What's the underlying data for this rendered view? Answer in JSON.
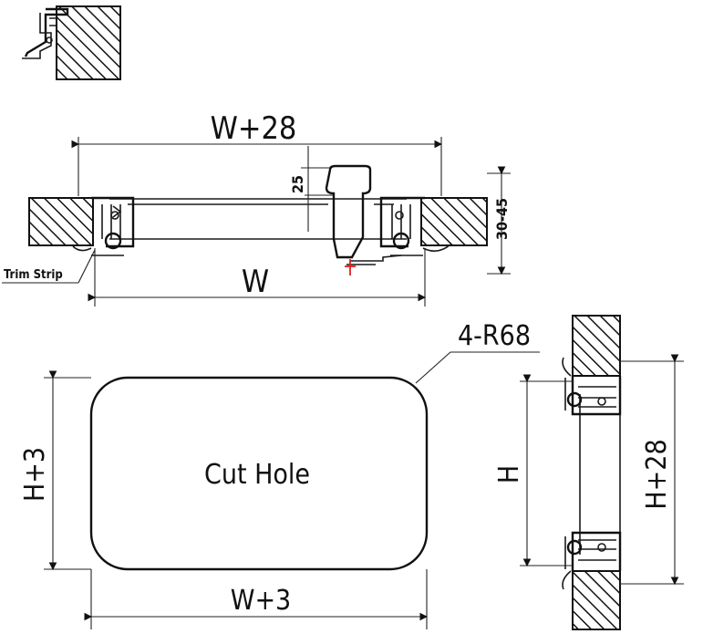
{
  "labels": {
    "top_width": "W+28",
    "inner_width": "W",
    "depth_25": "25",
    "depth_range": "30-45",
    "trim_strip": "Trim Strip",
    "radius": "4-R68",
    "cut_hole": "Cut Hole",
    "cut_height": "H+3",
    "cut_width": "W+3",
    "side_height": "H",
    "side_height_total": "H+28"
  }
}
